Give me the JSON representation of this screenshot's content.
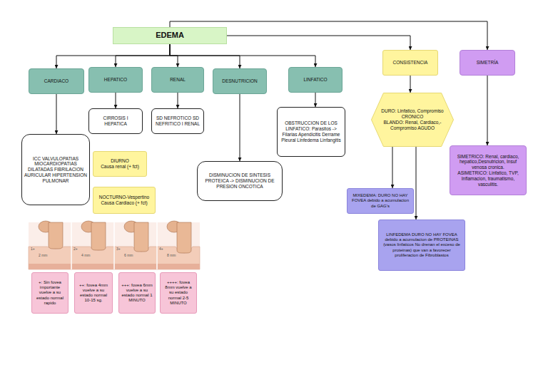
{
  "diagram": {
    "nodes": [
      {
        "text": [
          "EDEMA"
        ]
      },
      {
        "text": [
          "CARDIACO"
        ]
      },
      {
        "text": [
          "HEPATICO"
        ]
      },
      {
        "text": [
          "RENAL"
        ]
      },
      {
        "text": [
          "DESNUTRICION"
        ]
      },
      {
        "text": [
          "LINFATICO"
        ]
      },
      {
        "text": [
          "CONSISTENCIA"
        ]
      },
      {
        "text": [
          "SIMETRÍA"
        ]
      },
      {
        "text": [
          "CIRROSIS I HEPATICA"
        ]
      },
      {
        "text": [
          "SD NEFROTICO SD NEFRITICO I RENAL"
        ]
      },
      {
        "text": [
          "DURO: Linfatico, Compromiso CRONICO",
          "BLANDO: Renal, Cardiaco,- Compromiso AGUDO"
        ]
      },
      {
        "text": [
          "OBSTRUCCION DE LOS LINFATICO: Parasitos -> Filarias Apendicitis Derrame Pleural Linfedema Linfangitis"
        ]
      },
      {
        "text": [
          "ICC VALVULOPATIAS MIOCARDIOPATIAS DILATADAS FIBRILACION AURICULAR HIPERTENSION PULMONAR"
        ]
      },
      {
        "text": [
          "SIMETRICO: Renal, cardiaco, hepatico,Desnutricion, Insuf venosa cronica.",
          "ASIMETRICO: Linfatico, TVP, Inflamacion, traumatismo, vasculitis."
        ]
      },
      {
        "text": [
          "DIURNO",
          "Causa renal (+ fct)"
        ]
      },
      {
        "text": [
          "DISMINUCION DE SINTESIS PROTEICA -> DISMINUCION DE PRESION ONCOTICA"
        ]
      },
      {
        "text": [
          "NOCTURNO-Vespertino",
          "Causa Cardiaco (+ fct)"
        ]
      },
      {
        "text": [
          "MIXEDEMA: DURO NO HAY FOVEA debido a acumulacion de GAG's"
        ]
      },
      {
        "text": [
          "LINFEDEMA DURO NO HAY FOVEA debido a acumulacion de PROTEINAS (vasos linfaticos No drenan el exceso de proteinas) que van a favorecer proliferacion de Fibroblastos"
        ]
      },
      {
        "text": [
          "+: Sin fovea importante vuelve a su estado normal rapido"
        ]
      },
      {
        "text": [
          "++: fovea 4mm vuelve a su estado normal 10-15 sg."
        ]
      },
      {
        "text": [
          "+++: fovea 6mm vuelve a su estado normal 1 MINUTO"
        ]
      },
      {
        "text": [
          "++++: fovea 8mm vuelve a su estado normal 2-5 MINUTO"
        ]
      }
    ],
    "edges": [
      {
        "from": 0,
        "to": 1,
        "arrow": "to"
      },
      {
        "from": 0,
        "to": 2,
        "arrow": "to"
      },
      {
        "from": 0,
        "to": 3,
        "arrow": "to"
      },
      {
        "from": 0,
        "to": 4,
        "arrow": "to"
      },
      {
        "from": 0,
        "to": 5,
        "arrow": "to"
      },
      {
        "from": 0,
        "to": 6,
        "arrow": "to"
      },
      {
        "from": 0,
        "to": 7,
        "arrow": "to"
      },
      {
        "from": 1,
        "to": 12,
        "arrow": "to"
      },
      {
        "from": 2,
        "to": 8,
        "arrow": "to"
      },
      {
        "from": 3,
        "to": 9,
        "arrow": "to"
      },
      {
        "from": 4,
        "to": 15,
        "arrow": "to"
      },
      {
        "from": 5,
        "to": 11,
        "arrow": "to"
      },
      {
        "from": 6,
        "to": 10,
        "arrow": "to"
      },
      {
        "from": 7,
        "to": 13,
        "arrow": "to"
      },
      {
        "from": 10,
        "to": 17,
        "arrow": "to"
      },
      {
        "from": 10,
        "to": 18,
        "arrow": "to"
      }
    ],
    "labels": [
      "1+",
      "2 mm",
      "2+",
      "4 mm",
      "3+",
      "6 mm",
      "4+",
      "8 mm"
    ]
  }
}
